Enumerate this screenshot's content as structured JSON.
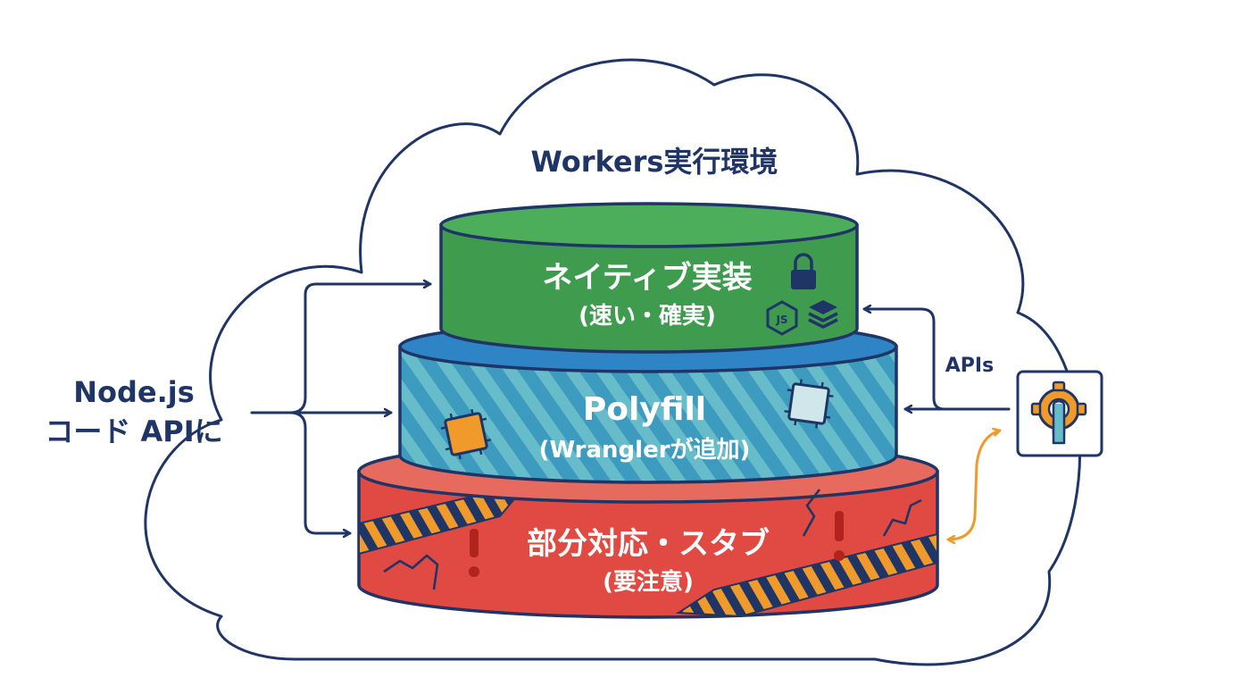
{
  "environment": {
    "title": "Workers実行環境"
  },
  "source": {
    "line1": "Node.js",
    "line2": "コード APIに"
  },
  "layers": [
    {
      "title": "ネイティブ実装",
      "subtitle": "(速い・確実)"
    },
    {
      "title": "Polyfill",
      "subtitle": "(Wranglerが追加)"
    },
    {
      "title": "部分対応・スタブ",
      "subtitle": "(要注意)"
    }
  ],
  "apis": {
    "label": "APIs"
  },
  "icons": {
    "native": [
      "lock-icon",
      "nodejs-icon",
      "layers-icon"
    ],
    "polyfill": [
      "patch-icon"
    ],
    "partial": [
      "warning-icon",
      "crack-icon"
    ],
    "apis": "gear-wrench-icon"
  },
  "colors": {
    "outline": "#1f3566",
    "native": "#3f9c4f",
    "polyfill": "#3d9bc0",
    "partial": "#e04a43",
    "accent": "#ef9a2b"
  }
}
